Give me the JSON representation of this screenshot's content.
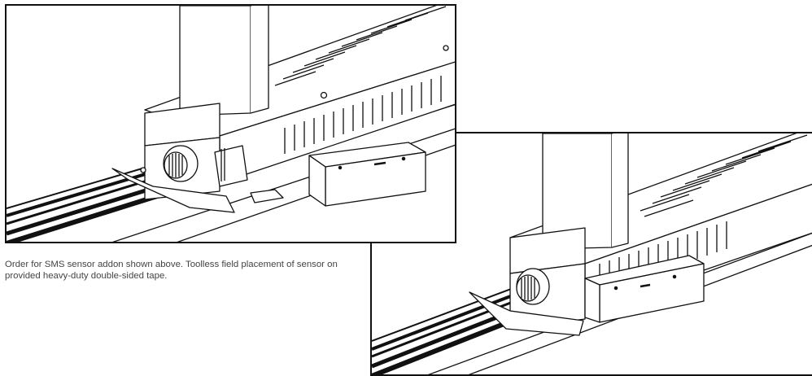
{
  "figure": {
    "caption": "Order for SMS sensor addon shown above. Toolless field placement of sensor on provided heavy-duty double-sided tape.",
    "panels": [
      {
        "name": "sensor-separate-view",
        "icon": "sms-sensor-loose-illustration"
      },
      {
        "name": "sensor-installed-view",
        "icon": "sms-sensor-installed-illustration"
      }
    ],
    "colors": {
      "line": "#111111",
      "background": "#ffffff",
      "caption": "#444444"
    }
  }
}
